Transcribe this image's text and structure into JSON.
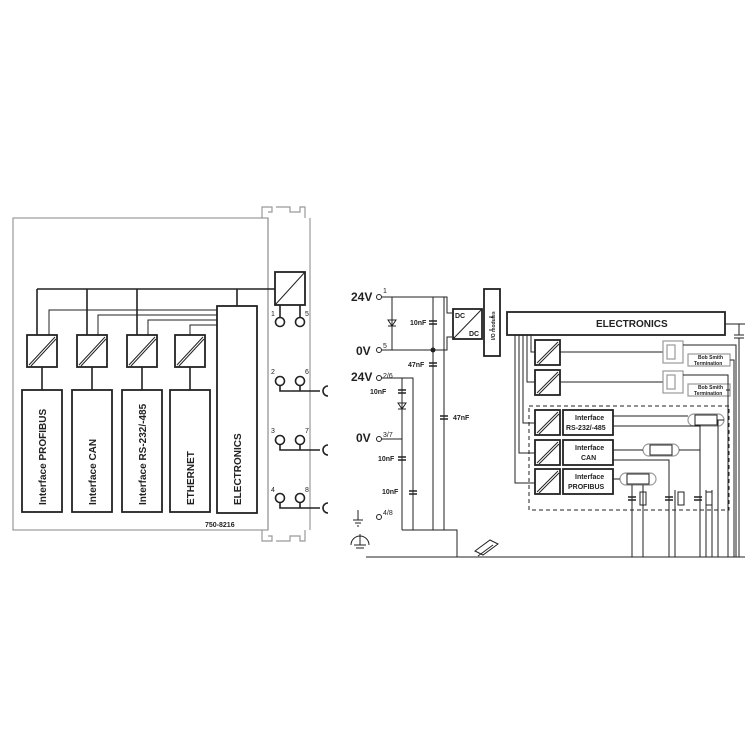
{
  "left_module": {
    "blocks": [
      "Interface PROFIBUS",
      "Interface CAN",
      "Interface RS-232/-485",
      "ETHERNET"
    ],
    "electronics": "ELECTRONICS",
    "part_number": "750-8216",
    "terminals": [
      "1",
      "5",
      "2",
      "6",
      "3",
      "7",
      "4",
      "8"
    ]
  },
  "right_circuit": {
    "supply1": {
      "v24": "24V",
      "v0": "0V",
      "t1": "1",
      "t2": "5"
    },
    "supply2": {
      "v24": "24V",
      "v0": "0V",
      "t1": "2/6",
      "t2": "3/7"
    },
    "ground_terminal": "4/8",
    "capacitors": [
      "10nF",
      "47nF",
      "47nF",
      "10nF",
      "10nF",
      "10nF"
    ],
    "dc_in": "DC",
    "dc_out": "DC",
    "io_modules": "I/O modules",
    "electronics": "ELECTRONICS",
    "termination": [
      "Bob Smith",
      "Termination"
    ],
    "interfaces": [
      [
        "Interface",
        "RS-232/-485"
      ],
      [
        "Interface",
        "CAN"
      ],
      [
        "Interface",
        "PROFIBUS"
      ]
    ]
  }
}
